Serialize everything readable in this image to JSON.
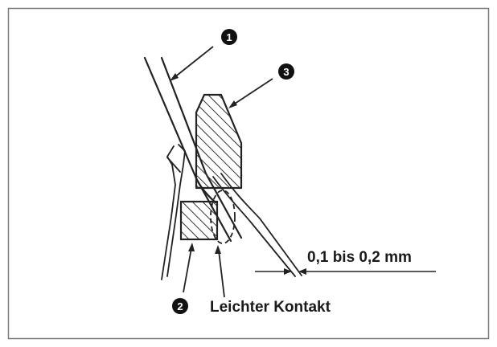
{
  "callouts": {
    "needle": "1",
    "needle_guard": "2",
    "hook": "3"
  },
  "labels": {
    "clearance": "0,1 bis 0,2 mm",
    "contact": "Leichter Kontakt"
  }
}
